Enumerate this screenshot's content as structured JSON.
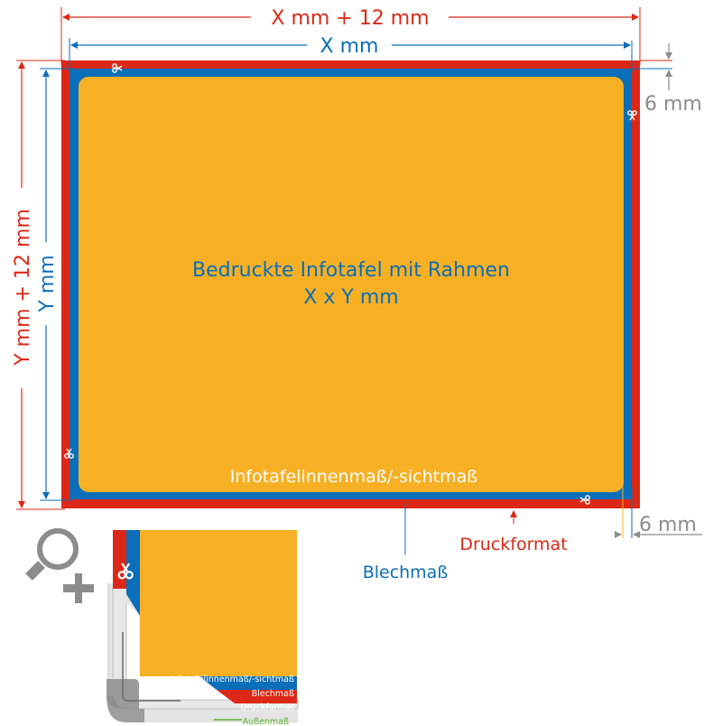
{
  "colors": {
    "red": "#dc2816",
    "blue": "#0a6eb9",
    "orange": "#f7b024",
    "gray": "#8c8c8c",
    "green": "#5cb030",
    "white": "#ffffff"
  },
  "dimensions": {
    "outer_width": "X mm + 12 mm",
    "inner_width": "X mm",
    "outer_height": "Y mm + 12 mm",
    "inner_height": "Y mm",
    "margin_top_right": "6 mm",
    "margin_bottom_right": "6 mm"
  },
  "main": {
    "title_line1": "Bedruckte Infotafel mit Rahmen",
    "title_line2": "X x Y mm",
    "inner_label": "Infotafelinnenmaß/-sichtmaß",
    "callout_blechmass": "Blechmaß",
    "callout_druckformat": "Druckformat"
  },
  "icons": {
    "cut_marker": "scissors-icon",
    "zoom": "zoom-in-icon"
  },
  "inset": {
    "labels": [
      "Infotafelinnenmaß/-sichtmaß",
      "Blechmaß",
      "Druckformat",
      "Außenmaß"
    ]
  }
}
